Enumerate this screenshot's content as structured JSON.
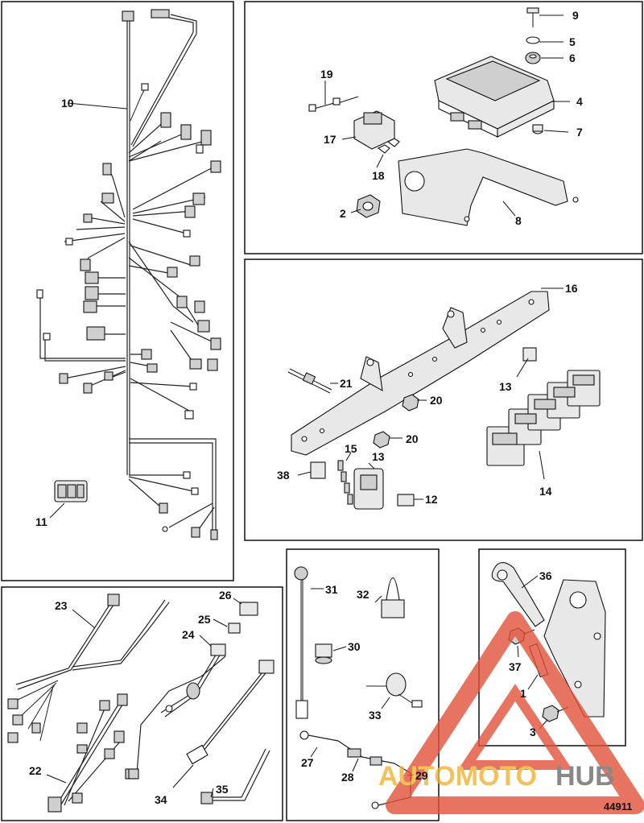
{
  "figure_number": "44911",
  "watermark": {
    "word1": "AUTOMOTO",
    "word2": "HUB",
    "color_red": "#e2513a",
    "color_yellow": "#f2b12e",
    "color_gray": "#6b6b6b"
  },
  "callouts": {
    "c1": "1",
    "c2": "2",
    "c3": "3",
    "c4": "4",
    "c5": "5",
    "c6": "6",
    "c7": "7",
    "c8": "8",
    "c9": "9",
    "c10": "10",
    "c11": "11",
    "c12": "12",
    "c13a": "13",
    "c13b": "13",
    "c14": "14",
    "c15": "15",
    "c16": "16",
    "c17": "17",
    "c18": "18",
    "c19": "19",
    "c20a": "20",
    "c20b": "20",
    "c21": "21",
    "c22": "22",
    "c23": "23",
    "c24": "24",
    "c25": "25",
    "c26": "26",
    "c27": "27",
    "c28": "28",
    "c29": "29",
    "c30": "30",
    "c31": "31",
    "c32": "32",
    "c33": "33",
    "c34": "34",
    "c35": "35",
    "c36": "36",
    "c37": "37",
    "c38": "38"
  }
}
